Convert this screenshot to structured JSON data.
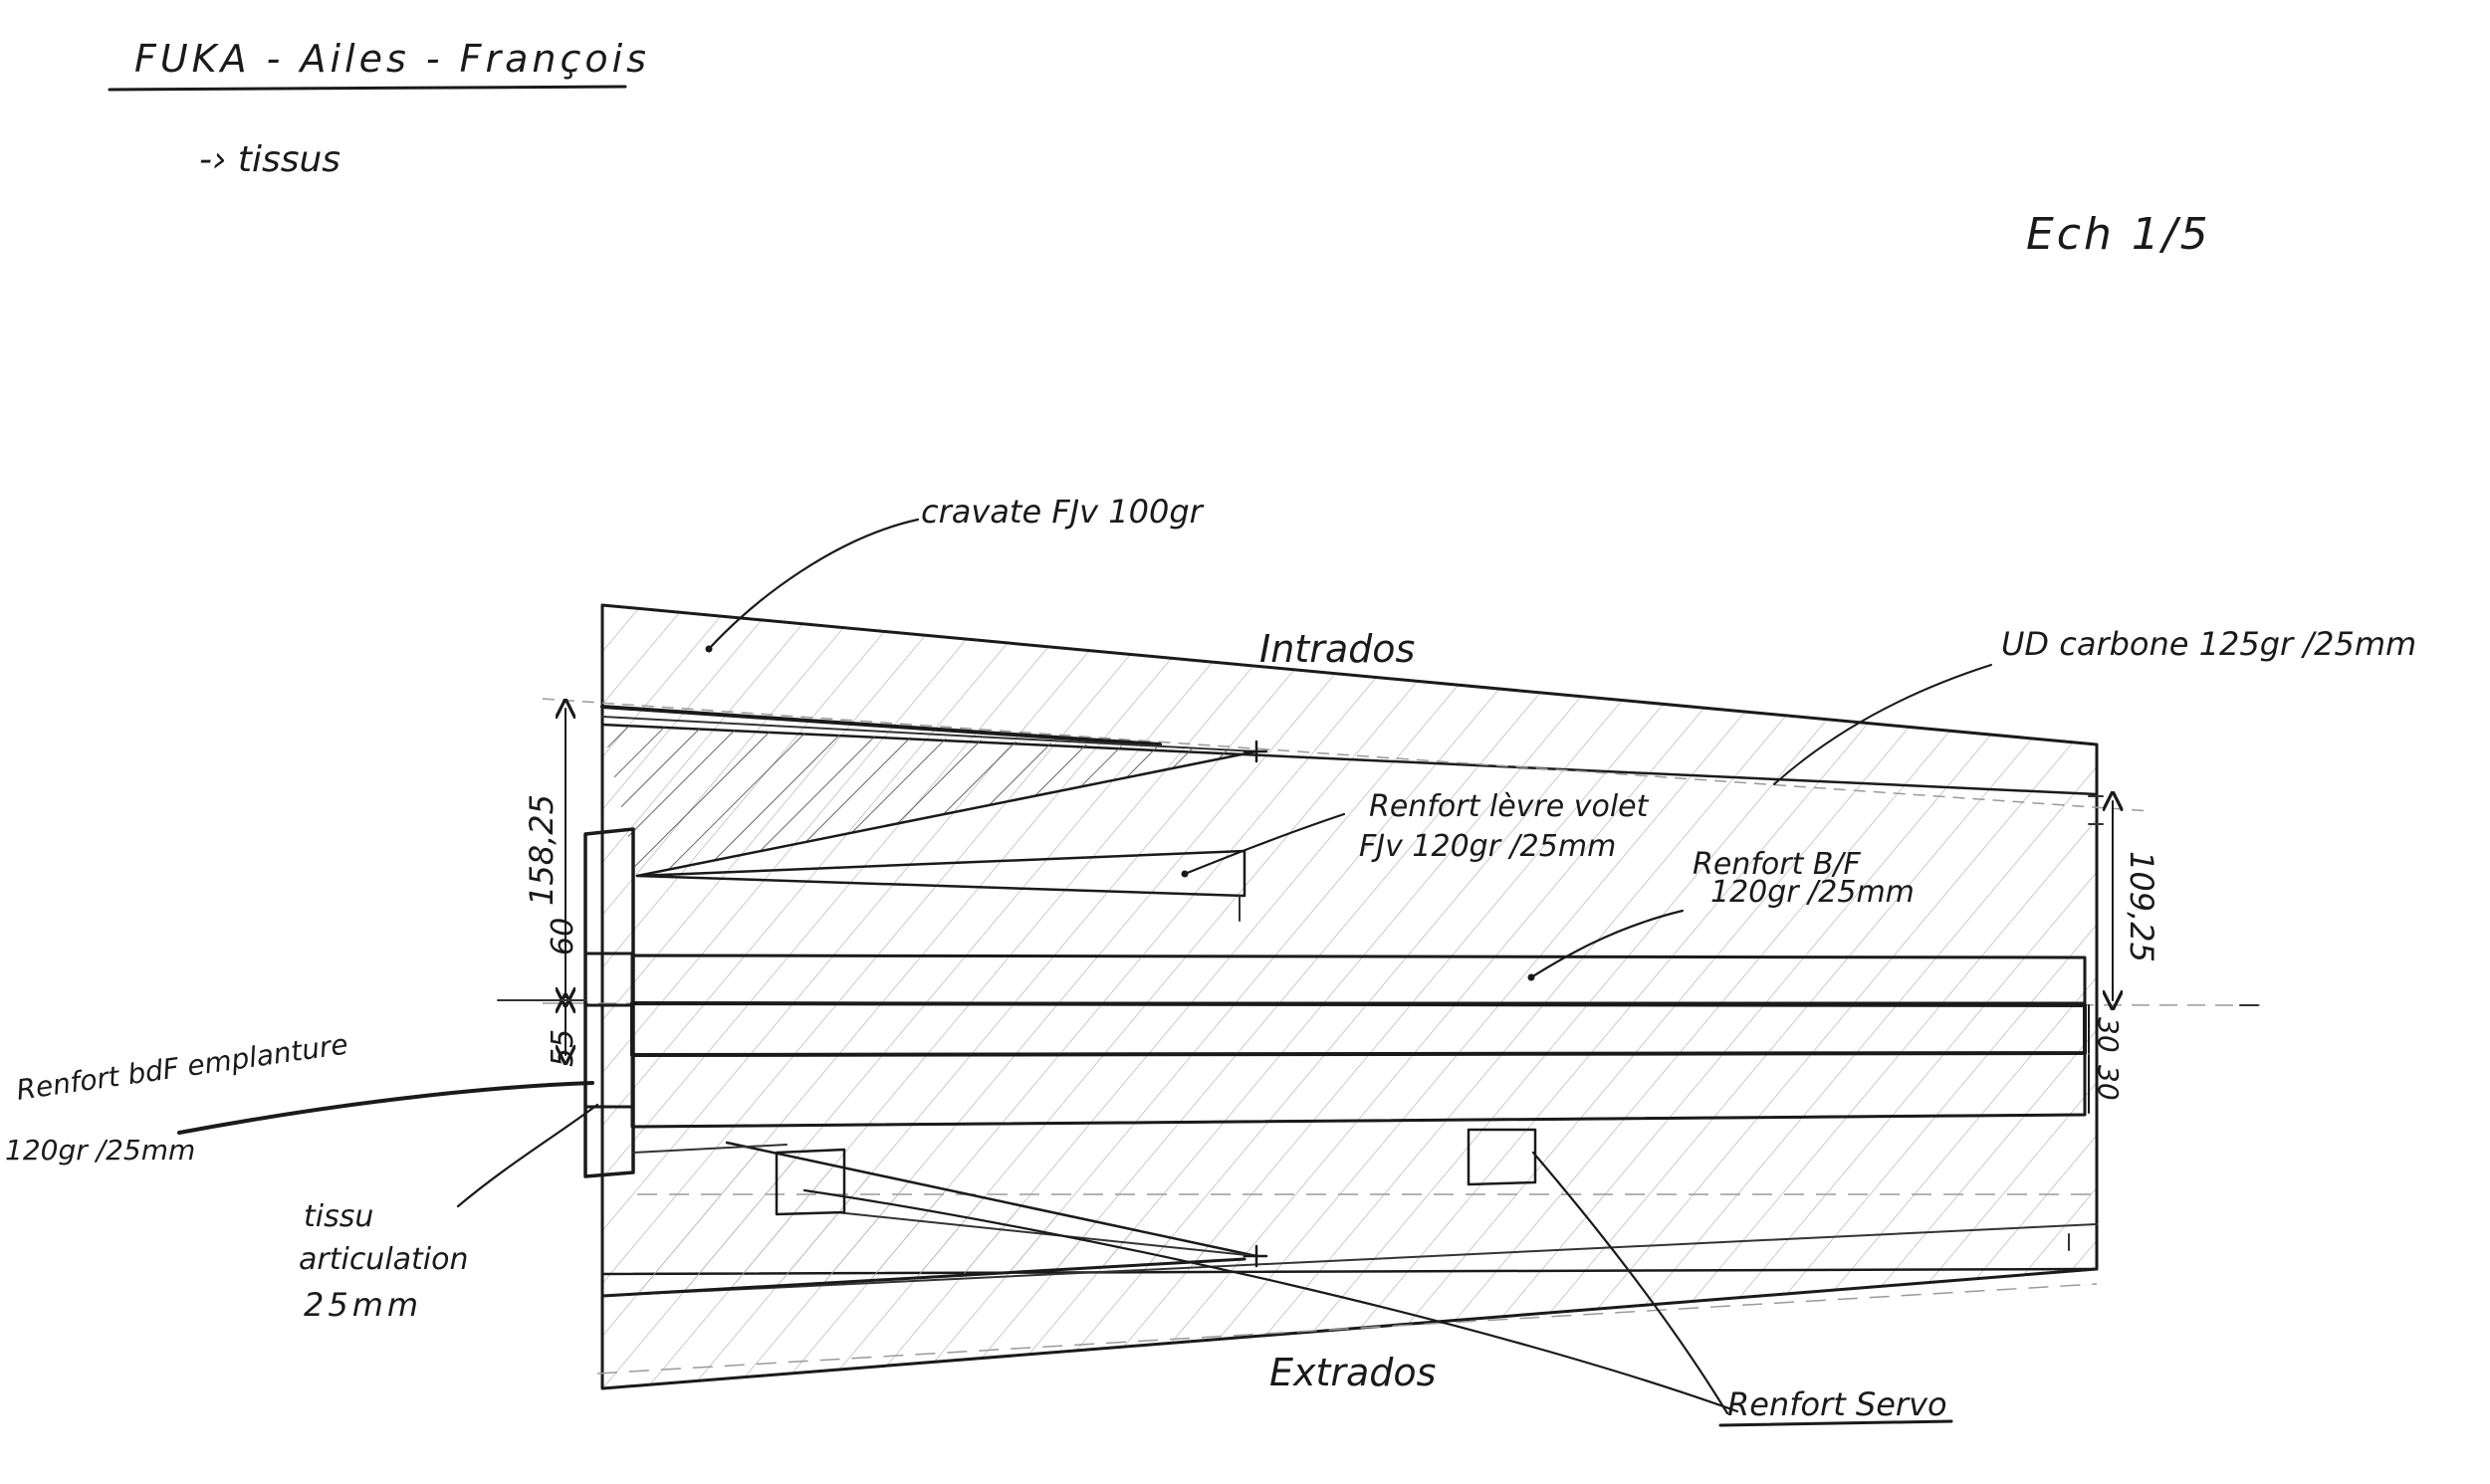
{
  "drawing": {
    "title": "FUKA - Ailes - François",
    "subtitle": "-› tissus",
    "scale": "Ech 1/5",
    "colors": {
      "ink": "#1a1a1a",
      "paper": "#ffffff",
      "hatch": "#3a3a3a"
    }
  },
  "labels": {
    "cravate": "cravate FJv 100gr",
    "intrados": "Intrados",
    "ud_carbone": "UD carbone 125gr /25mm",
    "renfort_levre_line1": "Renfort lèvre volet",
    "renfort_levre_line2": "FJv 120gr /25mm",
    "renfort_bf_line1": "Renfort B/F",
    "renfort_bf_line2": "120gr /25mm",
    "renfort_bdf_line1": "Renfort bdF emplanture",
    "renfort_bdf_line2": "120gr /25mm",
    "tissu_line1": "tissu",
    "tissu_line2": "articulation",
    "tissu_line3": "25mm",
    "extrados": "Extrados",
    "renfort_servo": "Renfort Servo"
  },
  "dimensions": {
    "left_upper": "158,25",
    "left_mid": "60",
    "left_low": "55",
    "right_upper": "109,25",
    "right_low": "30",
    "right_lower": "30"
  }
}
